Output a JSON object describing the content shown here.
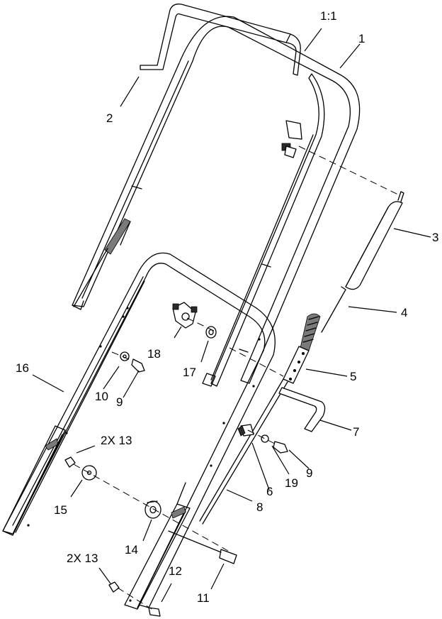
{
  "callouts": [
    {
      "id": "scale",
      "text": "1:1"
    },
    {
      "id": "c1",
      "text": "1"
    },
    {
      "id": "c2",
      "text": "2"
    },
    {
      "id": "c3",
      "text": "3"
    },
    {
      "id": "c4",
      "text": "4"
    },
    {
      "id": "c5",
      "text": "5"
    },
    {
      "id": "c6",
      "text": "6"
    },
    {
      "id": "c7",
      "text": "7"
    },
    {
      "id": "c8",
      "text": "8"
    },
    {
      "id": "c9a",
      "text": "9"
    },
    {
      "id": "c9b",
      "text": "9"
    },
    {
      "id": "c10",
      "text": "10"
    },
    {
      "id": "c11",
      "text": "11"
    },
    {
      "id": "c12",
      "text": "12"
    },
    {
      "id": "c13a",
      "text": "2X 13"
    },
    {
      "id": "c13b",
      "text": "2X 13"
    },
    {
      "id": "c14",
      "text": "14"
    },
    {
      "id": "c15",
      "text": "15"
    },
    {
      "id": "c16",
      "text": "16"
    },
    {
      "id": "c17",
      "text": "17"
    },
    {
      "id": "c18",
      "text": "18"
    },
    {
      "id": "c19",
      "text": "19"
    }
  ]
}
